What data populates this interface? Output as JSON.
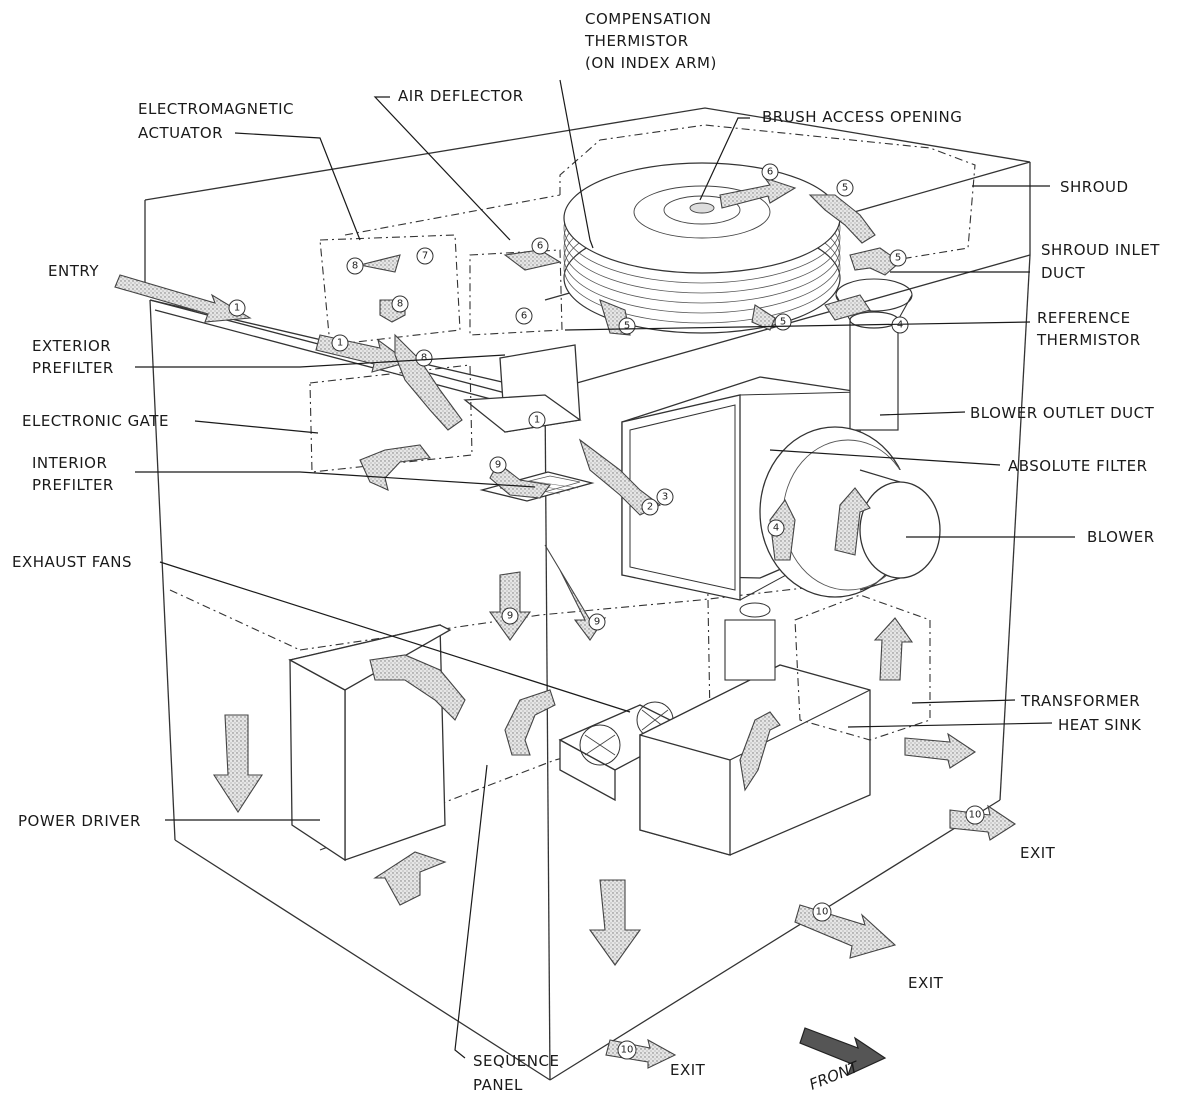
{
  "labels": {
    "compensation_thermistor": [
      "COMPENSATION",
      "THERMISTOR",
      "(ON INDEX ARM)"
    ],
    "electromagnetic_actuator": [
      "ELECTROMAGNETIC",
      "ACTUATOR"
    ],
    "air_deflector": "AIR DEFLECTOR",
    "brush_access_opening": "BRUSH ACCESS OPENING",
    "shroud": "SHROUD",
    "entry": "ENTRY",
    "shroud_inlet_duct": [
      "SHROUD INLET",
      "DUCT"
    ],
    "exterior_prefilter": [
      "EXTERIOR",
      "PREFILTER"
    ],
    "reference_thermistor": [
      "REFERENCE",
      "THERMISTOR"
    ],
    "electronic_gate": "ELECTRONIC GATE",
    "blower_outlet_duct": "BLOWER OUTLET DUCT",
    "interior_prefilter": [
      "INTERIOR",
      "PREFILTER"
    ],
    "absolute_filter": "ABSOLUTE FILTER",
    "blower": "BLOWER",
    "exhaust_fans": "EXHAUST FANS",
    "transformer": "TRANSFORMER",
    "heat_sink": "HEAT SINK",
    "power_driver": "POWER DRIVER",
    "exit": "EXIT",
    "sequence_panel": [
      "SEQUENCE",
      "PANEL"
    ],
    "front": "FRONT"
  },
  "airflow_numbers": [
    "1",
    "2",
    "3",
    "4",
    "5",
    "6",
    "7",
    "8",
    "9",
    "10"
  ]
}
